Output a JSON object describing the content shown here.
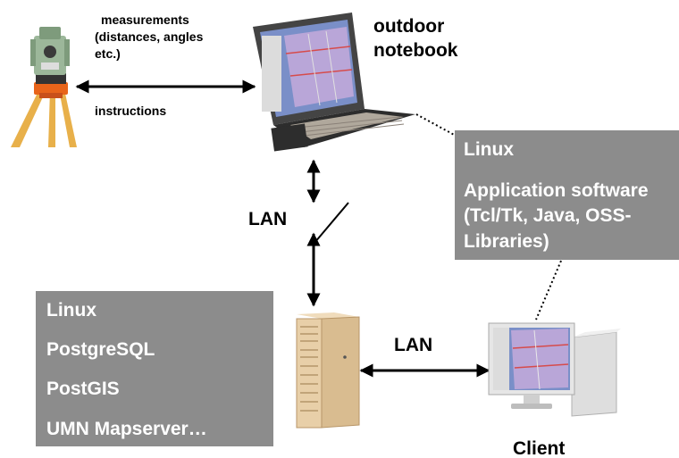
{
  "labels": {
    "measurements_line1": "measurements",
    "measurements_line2": "(distances, angles",
    "measurements_line3": "etc.)",
    "instructions": "instructions",
    "outdoor_line1": "outdoor",
    "outdoor_line2": "notebook",
    "lan_vertical": "LAN",
    "lan_horizontal": "LAN",
    "client": "Client"
  },
  "notebook_box": {
    "line1": "Linux",
    "line2": "Application software",
    "line3": "(Tcl/Tk, Java, OSS-",
    "line4": "Libraries)"
  },
  "server_box": {
    "items": [
      "Linux",
      "PostgreSQL",
      "PostGIS",
      "UMN Mapserver…"
    ]
  },
  "colors": {
    "box_fill": "#8c8c8c",
    "box_text": "#ffffff",
    "server_body": "#e8cfa8",
    "tripod_orange": "#e8641a"
  },
  "icons": [
    "total-station-icon",
    "notebook-icon",
    "server-icon",
    "client-computer-icon"
  ]
}
